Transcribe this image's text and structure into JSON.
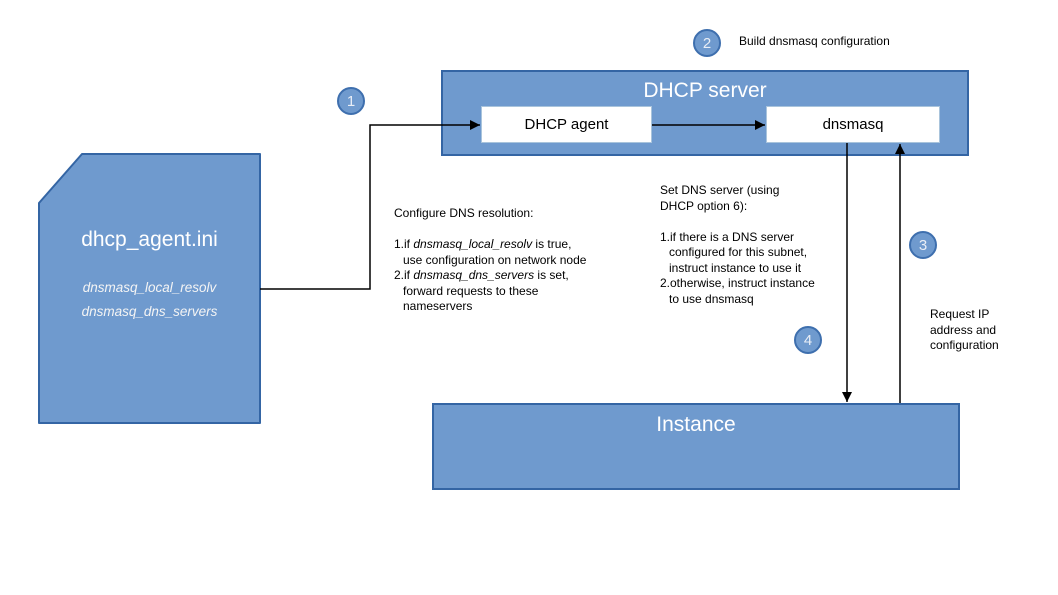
{
  "colors": {
    "shape_fill": "#6f9ace",
    "shape_border": "#3465a4",
    "inner_box_border": "#a9c4dc",
    "arrow": "#000000",
    "title_text": "#ffffff",
    "note_text": "#000000"
  },
  "config_file": {
    "title": "dhcp_agent.ini",
    "option1": "dnsmasq_local_resolv",
    "option2": "dnsmasq_dns_servers"
  },
  "dhcp_server": {
    "title": "DHCP server",
    "agent": "DHCP agent",
    "dnsmasq": "dnsmasq"
  },
  "instance": {
    "title": "Instance"
  },
  "step_badges": {
    "step1": "1",
    "step2": "2",
    "step3": "3",
    "step4": "4"
  },
  "labels": {
    "build_config": "Build dnsmasq configuration"
  },
  "notes": {
    "configure_dns": {
      "heading": "Configure DNS resolution:",
      "item1_pre": "1.if ",
      "item1_code": "dnsmasq_local_resolv",
      "item1_post": " is true,",
      "item1_cont": "use configuration on network node",
      "item2_pre": "2.if ",
      "item2_code": "dnsmasq_dns_servers",
      "item2_post": " is set,",
      "item2_cont1": "forward requests to these",
      "item2_cont2": "nameservers"
    },
    "set_dns": {
      "heading1": "Set DNS server (using",
      "heading2": "DHCP option 6):",
      "item1_l1": "1.if there is a DNS server",
      "item1_l2": "configured for this subnet,",
      "item1_l3": "instruct instance to use it",
      "item2_l1": "2.otherwise, instruct instance",
      "item2_l2": "to use dnsmasq"
    },
    "request_ip": {
      "l1": "Request IP",
      "l2": "address and",
      "l3": "configuration"
    }
  }
}
